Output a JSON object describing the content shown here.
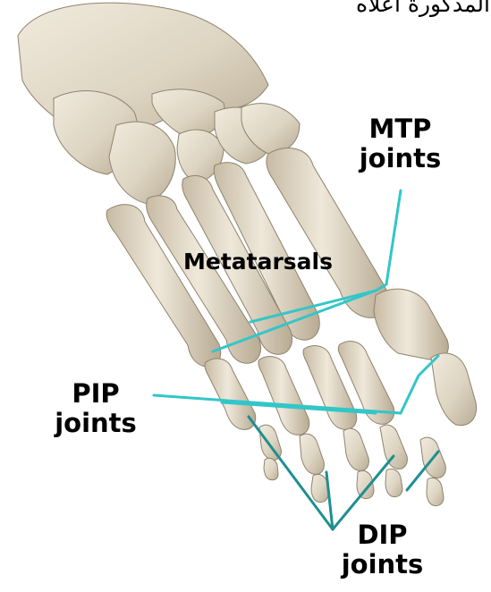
{
  "header_text": "المذكورة أعلاه",
  "labels": {
    "mtp": [
      "MTP",
      "joints"
    ],
    "metatarsals": "Metatarsals",
    "pip": [
      "PIP",
      "joints"
    ],
    "dip": [
      "DIP",
      "joints"
    ]
  },
  "colors": {
    "leader_line": "#32c6c8",
    "bone_fill": "#e4dccb",
    "bone_shadow": "#bdb19b",
    "text": "#000000",
    "background": "#ffffff"
  },
  "structures": [
    "tarsal-bones",
    "metatarsal-bones",
    "proximal-phalanges",
    "middle-phalanges",
    "distal-phalanges"
  ]
}
